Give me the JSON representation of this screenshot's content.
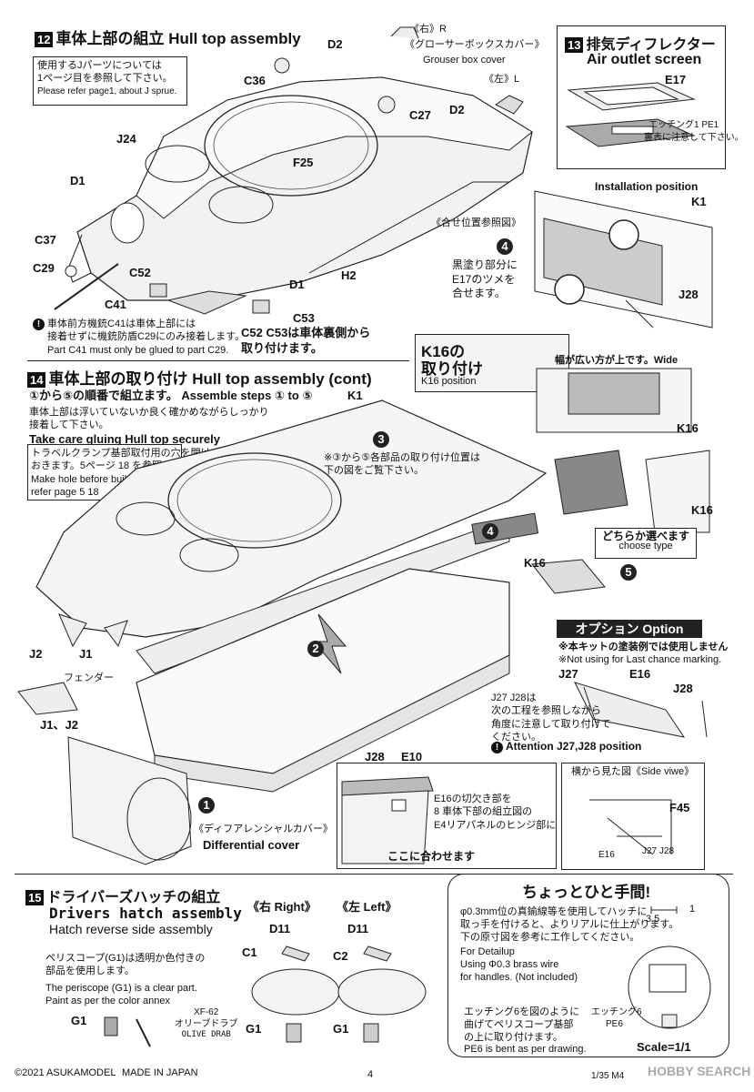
{
  "s12": {
    "num": "12",
    "title": "車体上部の組立 Hull top assembly",
    "note_ja1": "使用するJパーツについては",
    "note_ja2": "1ページ目を参照して下さい。",
    "note_en": "Please refer page1, about J sprue.",
    "parts": {
      "d2a": "D2",
      "d2b": "D2",
      "c36": "C36",
      "c27": "C27",
      "j24": "J24",
      "d1a": "D1",
      "d1b": "D1",
      "f25": "F25",
      "c37": "C37",
      "c29": "C29",
      "c52": "C52",
      "c41": "C41",
      "h2": "H2",
      "c53": "C53"
    },
    "right_r": "《右》R",
    "grouser_ja": "《グローサーボックスカバー》",
    "grouser_en": "Grouser box cover",
    "left_l": "《左》L",
    "warn1": "車体前方機銃C41は車体上部には",
    "warn2": "接着せずに機銃防盾C29にのみ接着します。",
    "warn3": "Part C41 must only be glued to part C29.",
    "c52c53_1": "C52 C53は車体裏側から",
    "c52c53_2": "取り付けます。"
  },
  "s13": {
    "num": "13",
    "title_ja": "排気ディフレクター",
    "title_en": "Air outlet screen",
    "e17": "E17",
    "pe_note1": "エッチング1 PE1",
    "pe_note2": "裏表に注意して下さい。",
    "install": "Installation position",
    "k1": "K1",
    "ref": "《合せ位置参照図》",
    "step4": "4",
    "black1": "黒塗り部分に",
    "black2": "E17のツメを",
    "black3": "合せます。",
    "j28": "J28"
  },
  "s14": {
    "num": "14",
    "title": "車体上部の取り付け Hull top assembly (cont)",
    "order": "①から⑤の順番で組立ます。 Assemble steps ① to ⑤",
    "k1": "K1",
    "glue1": "車体上部は浮いていないか良く確かめながらしっかり",
    "glue2": "接着して下さい。",
    "glue_en": "Take care gluing Hull top securely",
    "travel1": "トラベルクランプ基部取付用の穴を開けて",
    "travel2": "おきます。5ページ 18 を参照",
    "travel3": "Make hole before build",
    "travel4": "refer page 5 18",
    "pos_note1": "※③から⑤各部品の取り付け位置は",
    "pos_note2": "下の図をご覧下さい。",
    "k16_title": "K16の",
    "k16_title2": "取り付け",
    "k16_pos": "K16 position",
    "wide": "幅が広い方が上です。Wide",
    "k16a": "K16",
    "k16b": "K16",
    "k16c": "K16",
    "choose_ja": "どちらか選べます",
    "choose_en": "choose type",
    "j2": "J2",
    "j1": "J1",
    "fender": "フェンダー",
    "j1j2": "J1、J2",
    "diff_ja": "《ディフアレンシャルカバー》",
    "diff_en": "Differential cover",
    "steps": [
      "1",
      "2",
      "3",
      "4",
      "5"
    ]
  },
  "option": {
    "title": "オプション Option",
    "note1": "※本キットの塗装例では使用しません",
    "note2": "※Not using for Last chance marking.",
    "j27": "J27",
    "e16": "E16",
    "j28": "J28",
    "j27j28_1": "J27 J28は",
    "j27j28_2": "次の工程を参照しながら",
    "j27j28_3": "角度に注意して取り付けて",
    "j27j28_4": "ください。",
    "attention": "Attention J27,J28 position",
    "side_view": "横から見た図《Side viwe》",
    "f45": "F45",
    "e16b": "E16",
    "j27j28b": "J27 J28",
    "j28b": "J28",
    "e10": "E10",
    "cut1": "E16の切欠き部を",
    "cut2": "8 車体下部の組立図の",
    "cut3": "E4リアパネルのヒンジ部に",
    "cut4": "ここに合わせます"
  },
  "s15": {
    "num": "15",
    "title_ja": "ドライバーズハッチの組立",
    "title_en": "Drivers hatch assembly",
    "subtitle": "Hatch reverse side assembly",
    "right": "《右 Right》",
    "left": "《左 Left》",
    "d11a": "D11",
    "d11b": "D11",
    "c1": "C1",
    "c2": "C2",
    "g1a": "G1",
    "g1b": "G1",
    "g1c": "G1",
    "peri1": "ペリスコープ(G1)は透明か色付きの",
    "peri2": "部品を使用します。",
    "peri3": "The periscope (G1) is a clear part.",
    "peri4": "Paint as per the color annex",
    "paint_code": "XF-62",
    "paint_ja": "オリーブドラブ",
    "paint_en": "OLIVE DRAB"
  },
  "tip": {
    "title": "ちょっとひと手間!",
    "l1": "φ0.3mm位の真鍮線等を使用してハッチに",
    "l2": "取っ手を付けると、よりリアルに仕上がります。",
    "l3": "下の原寸図を参考に工作してください。",
    "l4": "For Detailup",
    "l5": "Using Φ0.3 brass wire",
    "l6": "for handles. (Not included)",
    "l7": "エッチング6を図のように",
    "l8": "曲げてペリスコープ基部",
    "l9": "の上に取り付けます。",
    "l10": "PE6 is bent as per drawing.",
    "dim1": "3.5",
    "dim2": "1",
    "pe6a": "エッチング6",
    "pe6b": "PE6",
    "scale": "Scale=1/1"
  },
  "footer": {
    "copyright": "©2021 ASUKAMODEL",
    "made": "MADE IN JAPAN",
    "page": "4",
    "kit": "1/35 M4",
    "hobby": "HOBBY SEARCH"
  }
}
